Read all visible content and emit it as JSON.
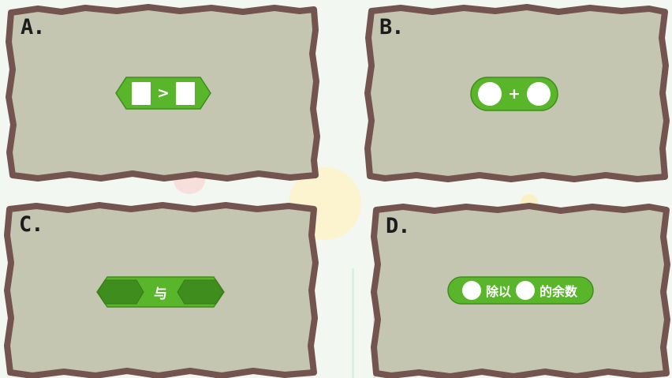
{
  "colors": {
    "panel_fill": "#c5c6b1",
    "panel_border": "#73544e",
    "block_green": "#59b52a",
    "block_green_dark": "#3f8d1d",
    "slot_white": "#ffffff"
  },
  "options": [
    {
      "letter": "A.",
      "block_shape": "hexagon",
      "operator": ">",
      "slot_shape": "square"
    },
    {
      "letter": "B.",
      "block_shape": "rounded",
      "operator": "+",
      "slot_shape": "circle"
    },
    {
      "letter": "C.",
      "block_shape": "hexagon",
      "operator": "与",
      "slot_shape": "hexagon"
    },
    {
      "letter": "D.",
      "block_shape": "rounded",
      "word_before_second_slot": "除以",
      "word_after_second_slot": "的余数",
      "slot_shape": "circle"
    }
  ]
}
